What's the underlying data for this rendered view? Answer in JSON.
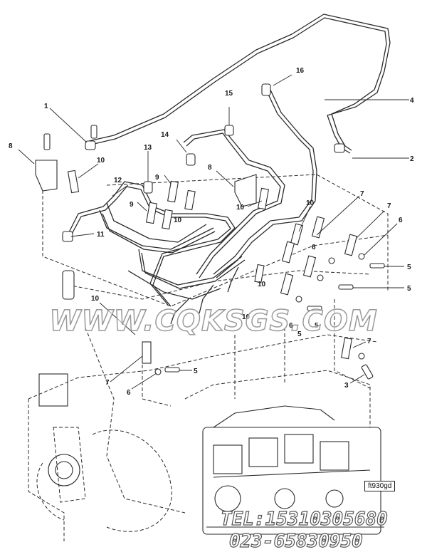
{
  "diagram": {
    "callouts": [
      "1",
      "2",
      "3",
      "4",
      "5",
      "5",
      "5",
      "5",
      "5",
      "6",
      "6",
      "6",
      "6",
      "7",
      "7",
      "7",
      "7",
      "8",
      "8",
      "9",
      "9",
      "10",
      "10",
      "10",
      "10",
      "10",
      "10",
      "10",
      "11",
      "12",
      "13",
      "14",
      "15",
      "16"
    ],
    "figure_code": "ft930gd"
  },
  "watermark": {
    "text": "WWW.CQKSGS.COM"
  },
  "contact": {
    "tel": "TEL:15310305680",
    "fax": "023-65830950"
  },
  "colors": {
    "line": "#2a2a2a",
    "watermark_outline": "#9a9a9a"
  }
}
